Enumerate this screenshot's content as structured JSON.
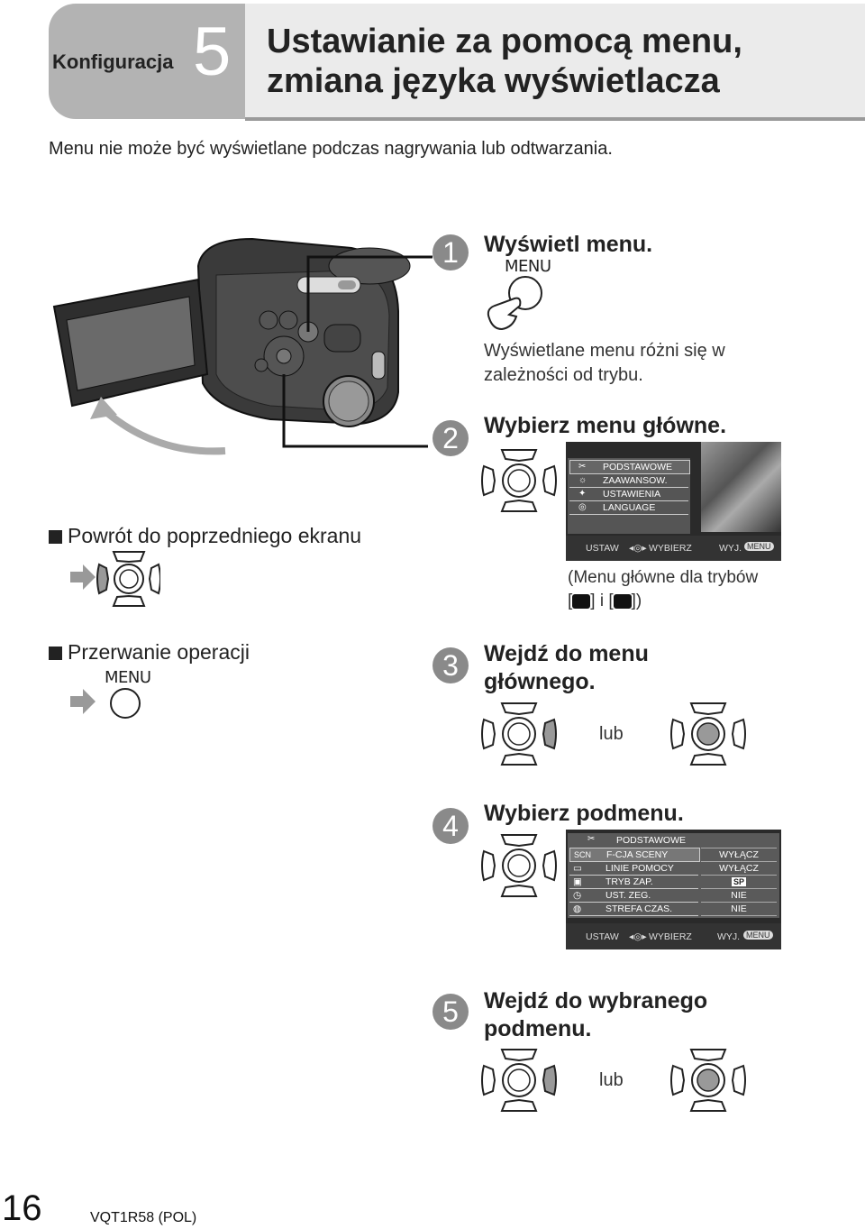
{
  "header": {
    "category": "Konfiguracja",
    "chapter_number": "5",
    "title_line1": "Ustawianie za pomocą menu,",
    "title_line2": "zmiana języka wyświetlacza"
  },
  "intro": "Menu nie może być wyświetlane podczas nagrywania lub odtwarzania.",
  "steps": [
    {
      "number": "1",
      "title": "Wyświetl menu.",
      "button_label": "MENU",
      "note_line1": "Wyświetlane menu różni się w",
      "note_line2": "zależności od trybu."
    },
    {
      "number": "2",
      "title": "Wybierz menu główne.",
      "caption_line1": "(Menu główne dla trybów",
      "caption_line2_a": "[",
      "caption_line2_b": "] i [",
      "caption_line2_c": "])"
    },
    {
      "number": "3",
      "title_line1": "Wejdź do menu",
      "title_line2": "głównego.",
      "or": "lub"
    },
    {
      "number": "4",
      "title": "Wybierz podmenu."
    },
    {
      "number": "5",
      "title_line1": "Wejdź do wybranego",
      "title_line2": "podmenu.",
      "or": "lub"
    }
  ],
  "main_menu_screen": {
    "items": [
      "PODSTAWOWE",
      "ZAAWANSOW.",
      "USTAWIENIA",
      "LANGUAGE"
    ],
    "footer_set": "USTAW",
    "footer_select": "WYBIERZ",
    "footer_exit": "WYJ.",
    "footer_menu": "MENU"
  },
  "sub_menu_screen": {
    "header": "PODSTAWOWE",
    "rows": [
      {
        "icon": "SCN",
        "label": "F-CJA SCENY",
        "value": "WYŁĄCZ"
      },
      {
        "icon": "",
        "label": "LINIE POMOCY",
        "value": "WYŁĄCZ"
      },
      {
        "icon": "",
        "label": "TRYB ZAP.",
        "value": "SP"
      },
      {
        "icon": "",
        "label": "UST. ZEG.",
        "value": "NIE"
      },
      {
        "icon": "",
        "label": "STREFA CZAS.",
        "value": "NIE"
      }
    ],
    "footer_set": "USTAW",
    "footer_select": "WYBIERZ",
    "footer_exit": "WYJ.",
    "footer_menu": "MENU"
  },
  "side": {
    "back_title": "Powrót do poprzedniego ekranu",
    "cancel_title": "Przerwanie operacji",
    "cancel_button": "MENU"
  },
  "footer": {
    "page_number": "16",
    "doc_code": "VQT1R58 (POL)"
  }
}
